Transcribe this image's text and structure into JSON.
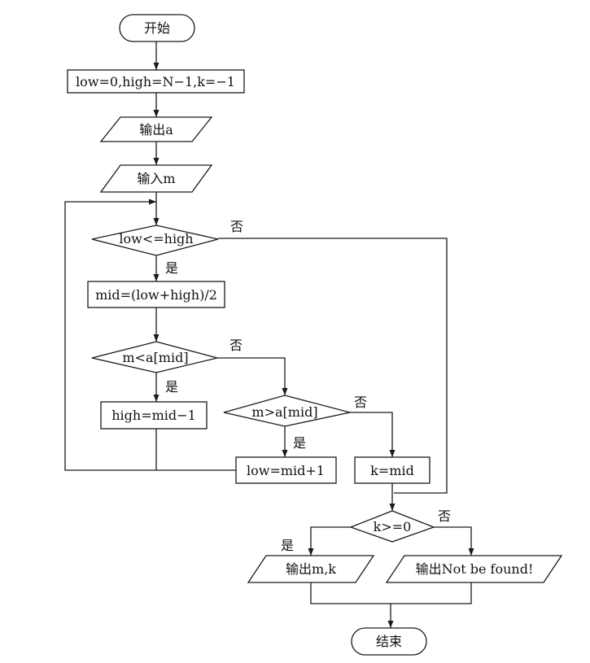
{
  "flowchart": {
    "start": "开始",
    "init": "low=0,high=N−1,k=−1",
    "output_a": "输出a",
    "input_m": "输入m",
    "cond_loop": "low<=high",
    "mid_calc": "mid=(low+high)/2",
    "cond_less": "m<a[mid]",
    "set_high": "high=mid−1",
    "cond_greater": "m>a[mid]",
    "set_low": "low=mid+1",
    "set_k": "k=mid",
    "cond_found": "k>=0",
    "output_found": "输出m,k",
    "output_not_found": "输出Not be found!",
    "end": "结束"
  },
  "labels": {
    "yes": "是",
    "no": "否"
  }
}
